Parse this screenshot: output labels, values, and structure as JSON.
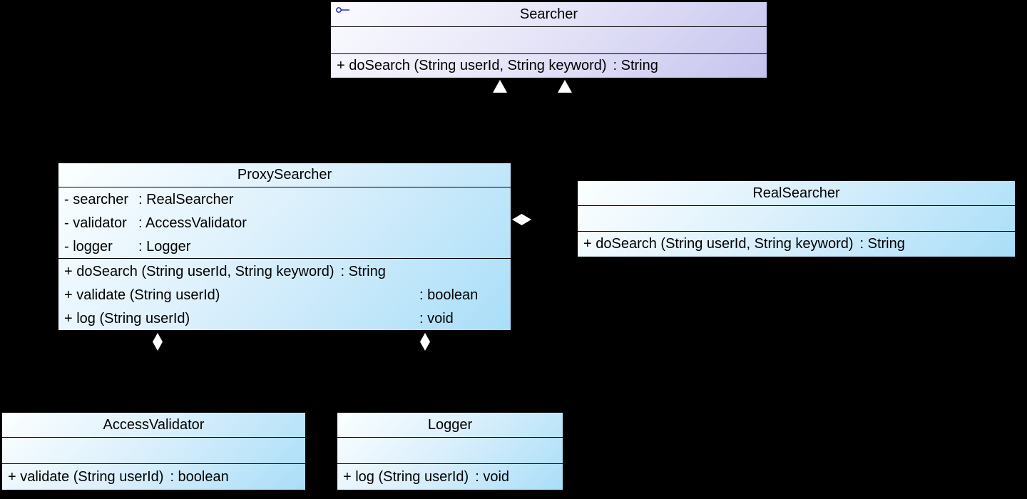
{
  "classes": [
    {
      "name": "Searcher",
      "stereotype": "interface",
      "attributes": [],
      "methods": [
        {
          "sig": "+ doSearch (String userId, String keyword)",
          "ret": ": String"
        }
      ]
    },
    {
      "name": "ProxySearcher",
      "stereotype": "class",
      "attributes": [
        {
          "name": "- searcher",
          "type": ": RealSearcher"
        },
        {
          "name": "- validator",
          "type": ": AccessValidator"
        },
        {
          "name": "- logger",
          "type": ": Logger"
        }
      ],
      "methods": [
        {
          "sig": "+ doSearch (String userId, String keyword)",
          "ret": ": String"
        },
        {
          "sig": "+ validate (String userId)",
          "ret": ": boolean"
        },
        {
          "sig": "+ log (String userId)",
          "ret": ": void"
        }
      ]
    },
    {
      "name": "RealSearcher",
      "stereotype": "class",
      "attributes": [],
      "methods": [
        {
          "sig": "+ doSearch (String userId, String keyword)",
          "ret": ": String"
        }
      ]
    },
    {
      "name": "AccessValidator",
      "stereotype": "class",
      "attributes": [],
      "methods": [
        {
          "sig": "+ validate (String userId)",
          "ret": ": boolean"
        }
      ]
    },
    {
      "name": "Logger",
      "stereotype": "class",
      "attributes": [],
      "methods": [
        {
          "sig": "+ log (String userId)",
          "ret": ": void"
        }
      ]
    }
  ],
  "relationships": [
    {
      "type": "realization",
      "from": "ProxySearcher",
      "to": "Searcher",
      "glyph": "hollow-triangle"
    },
    {
      "type": "realization",
      "from": "RealSearcher",
      "to": "Searcher",
      "glyph": "hollow-triangle"
    },
    {
      "type": "aggregation",
      "from": "ProxySearcher",
      "to": "RealSearcher",
      "glyph": "white-diamond"
    },
    {
      "type": "aggregation",
      "from": "ProxySearcher",
      "to": "AccessValidator",
      "glyph": "white-diamond"
    },
    {
      "type": "aggregation",
      "from": "ProxySearcher",
      "to": "Logger",
      "glyph": "white-diamond"
    }
  ],
  "colors": {
    "background": "#000000",
    "interface_fill_start": "#fbfbff",
    "interface_fill_end": "#c6c4ee",
    "class_fill_start": "#fcffff",
    "class_fill_end": "#a9def8",
    "border": "#000000",
    "glyph_fill": "#ffffff",
    "lollipop_icon": "#1a1abe"
  }
}
